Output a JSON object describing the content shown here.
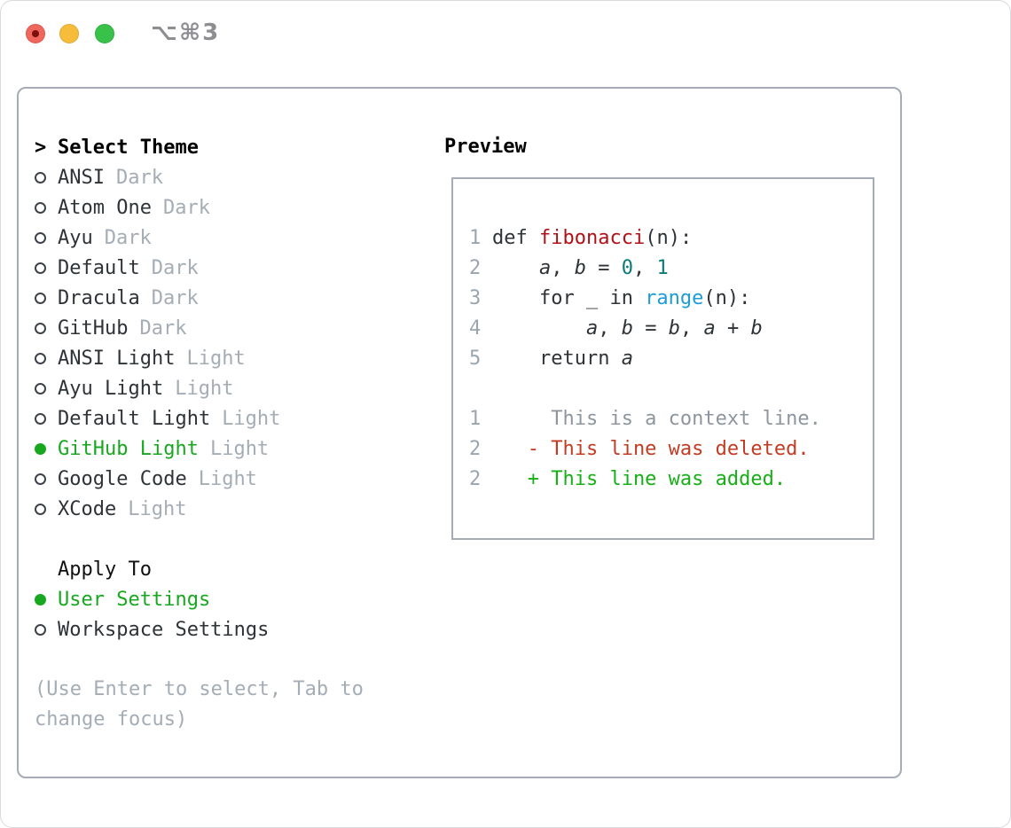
{
  "window": {
    "title": "⌥⌘3"
  },
  "selector": {
    "caret": ">",
    "header": "Select Theme",
    "themes": [
      {
        "name": "ANSI",
        "variant": "Dark",
        "selected": false
      },
      {
        "name": "Atom One",
        "variant": "Dark",
        "selected": false
      },
      {
        "name": "Ayu",
        "variant": "Dark",
        "selected": false
      },
      {
        "name": "Default",
        "variant": "Dark",
        "selected": false
      },
      {
        "name": "Dracula",
        "variant": "Dark",
        "selected": false
      },
      {
        "name": "GitHub",
        "variant": "Dark",
        "selected": false
      },
      {
        "name": "ANSI Light",
        "variant": "Light",
        "selected": false
      },
      {
        "name": "Ayu Light",
        "variant": "Light",
        "selected": false
      },
      {
        "name": "Default Light",
        "variant": "Light",
        "selected": false
      },
      {
        "name": "GitHub Light",
        "variant": "Light",
        "selected": true
      },
      {
        "name": "Google Code",
        "variant": "Light",
        "selected": false
      },
      {
        "name": "XCode",
        "variant": "Light",
        "selected": false
      }
    ],
    "apply_to": {
      "header": "Apply To",
      "options": [
        {
          "name": "User Settings",
          "selected": true
        },
        {
          "name": "Workspace Settings",
          "selected": false
        }
      ]
    },
    "hint_lines": [
      "(Use Enter to select, Tab to",
      "change focus)"
    ]
  },
  "preview": {
    "header": "Preview",
    "lines": [
      {
        "num": "1",
        "seg": [
          [
            "plain",
            "def "
          ],
          [
            "func",
            "fibonacci"
          ],
          [
            "plain",
            "(n):"
          ]
        ]
      },
      {
        "num": "2",
        "seg": [
          [
            "plain",
            "    "
          ],
          [
            "var",
            "a"
          ],
          [
            "plain",
            ", "
          ],
          [
            "var",
            "b"
          ],
          [
            "plain",
            " = "
          ],
          [
            "number",
            "0"
          ],
          [
            "plain",
            ", "
          ],
          [
            "number",
            "1"
          ]
        ]
      },
      {
        "num": "3",
        "seg": [
          [
            "plain",
            "    for _ in "
          ],
          [
            "builtin",
            "range"
          ],
          [
            "plain",
            "(n):"
          ]
        ]
      },
      {
        "num": "4",
        "seg": [
          [
            "plain",
            "        "
          ],
          [
            "var",
            "a"
          ],
          [
            "plain",
            ", "
          ],
          [
            "var",
            "b"
          ],
          [
            "plain",
            " = "
          ],
          [
            "var",
            "b"
          ],
          [
            "plain",
            ", "
          ],
          [
            "var",
            "a"
          ],
          [
            "plain",
            " + "
          ],
          [
            "var",
            "b"
          ]
        ]
      },
      {
        "num": "5",
        "seg": [
          [
            "plain",
            "    return "
          ],
          [
            "var",
            "a"
          ]
        ]
      },
      {
        "num": "",
        "seg": []
      },
      {
        "num": "1",
        "seg": [
          [
            "context",
            "     This is a context line."
          ]
        ]
      },
      {
        "num": "2",
        "seg": [
          [
            "deleted",
            "   - This line was deleted."
          ]
        ]
      },
      {
        "num": "2",
        "seg": [
          [
            "added",
            "   + This line was added."
          ]
        ]
      }
    ]
  },
  "colors": {
    "accent_green": "#17a81f",
    "added_green": "#16b016",
    "deleted_red": "#c23b22",
    "function_red": "#b01116",
    "number_teal": "#0a7b7b",
    "builtin_blue": "#1e9cd7",
    "muted_gray": "#a4adb6",
    "text_dark": "#2e3338",
    "border_gray": "#a5acb6"
  }
}
